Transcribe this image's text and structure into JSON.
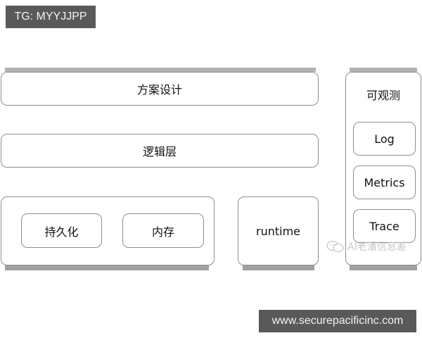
{
  "tags": {
    "top_left": "TG: MYYJJPP",
    "bottom_right": "www.securepacificinc.com"
  },
  "diagram": {
    "layers": {
      "solution_design": "方案设计",
      "logic_layer": "逻辑层",
      "storage": {
        "persistence": "持久化",
        "memory": "内存"
      },
      "runtime": "runtime"
    },
    "observability": {
      "title": "可观测",
      "items": [
        "Log",
        "Metrics",
        "Trace"
      ]
    }
  },
  "watermark": {
    "icon": "wechat-icon",
    "text": "AI老潘信息差"
  },
  "colors": {
    "tag_bg": "#595959",
    "border": "#8e8e8e",
    "band_top": "#b3b3b3",
    "band_bottom": "#a0a0a0"
  }
}
